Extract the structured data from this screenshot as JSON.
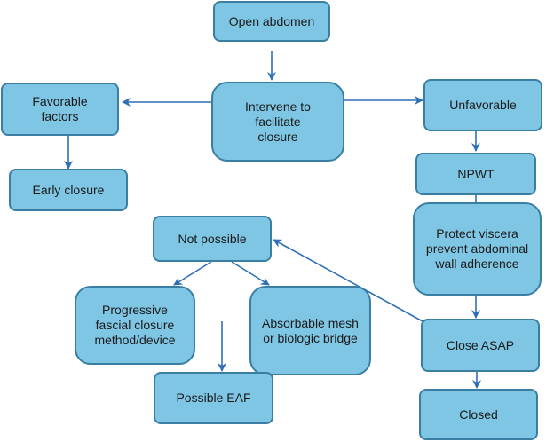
{
  "diagram": {
    "nodes": {
      "open_abdomen": "Open abdomen",
      "intervene": "Intervene to facilitate closure",
      "favorable": "Favorable factors",
      "early_closure": "Early closure",
      "unfavorable": "Unfavorable",
      "npwt": "NPWT",
      "protect_viscera": "Protect viscera prevent abdominal wall adherence",
      "close_asap": "Close ASAP",
      "closed": "Closed",
      "not_possible": "Not possible",
      "progressive": "Progressive fascial closure method/device",
      "absorbable": "Absorbable mesh or biologic bridge",
      "possible_eaf": "Possible EAF"
    },
    "edges": [
      {
        "from": "open_abdomen",
        "to": "intervene"
      },
      {
        "from": "intervene",
        "to": "favorable"
      },
      {
        "from": "intervene",
        "to": "unfavorable"
      },
      {
        "from": "favorable",
        "to": "early_closure"
      },
      {
        "from": "unfavorable",
        "to": "npwt"
      },
      {
        "from": "npwt",
        "to": "protect_viscera"
      },
      {
        "from": "protect_viscera",
        "to": "close_asap"
      },
      {
        "from": "close_asap",
        "to": "closed"
      },
      {
        "from": "close_asap",
        "to": "not_possible"
      },
      {
        "from": "not_possible",
        "to": "progressive"
      },
      {
        "from": "not_possible",
        "to": "absorbable"
      },
      {
        "from": "progressive",
        "to": "possible_eaf"
      }
    ],
    "colors": {
      "node_fill": "#7ec6e4",
      "node_border": "#3a7fa3",
      "arrow": "#2f6fb5"
    }
  }
}
